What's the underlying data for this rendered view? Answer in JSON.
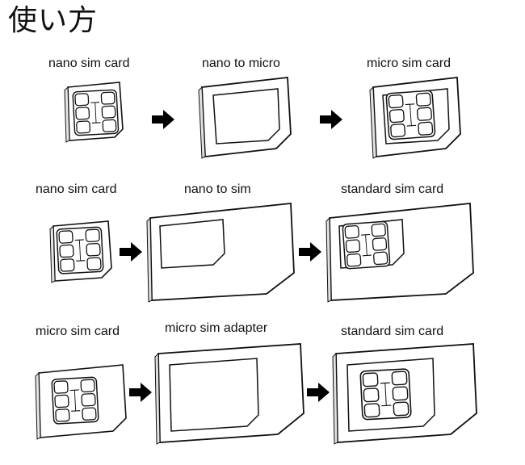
{
  "title": "使い方",
  "rows": [
    {
      "from": "nano sim card",
      "adapter": "nano to micro",
      "result": "micro sim card"
    },
    {
      "from": "nano sim card",
      "adapter": "nano to sim",
      "result": "standard sim card"
    },
    {
      "from": "micro sim card",
      "adapter": "micro sim adapter",
      "result": "standard sim card"
    }
  ]
}
